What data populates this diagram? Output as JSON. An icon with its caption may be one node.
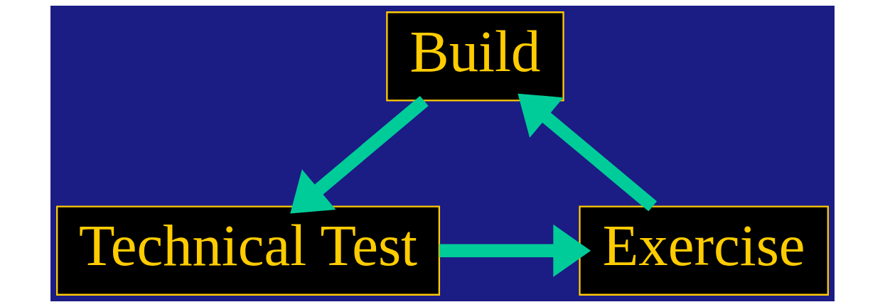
{
  "diagram": {
    "nodes": [
      {
        "text": [
          "Build"
        ]
      },
      {
        "text": [
          "Technical Test"
        ]
      },
      {
        "text": [
          "Exercise"
        ]
      }
    ],
    "edges": [
      {
        "from": 0,
        "to": 1,
        "arrow": "to"
      },
      {
        "from": 1,
        "to": 2,
        "arrow": "to"
      },
      {
        "from": 2,
        "to": 0,
        "arrow": "to"
      }
    ]
  }
}
